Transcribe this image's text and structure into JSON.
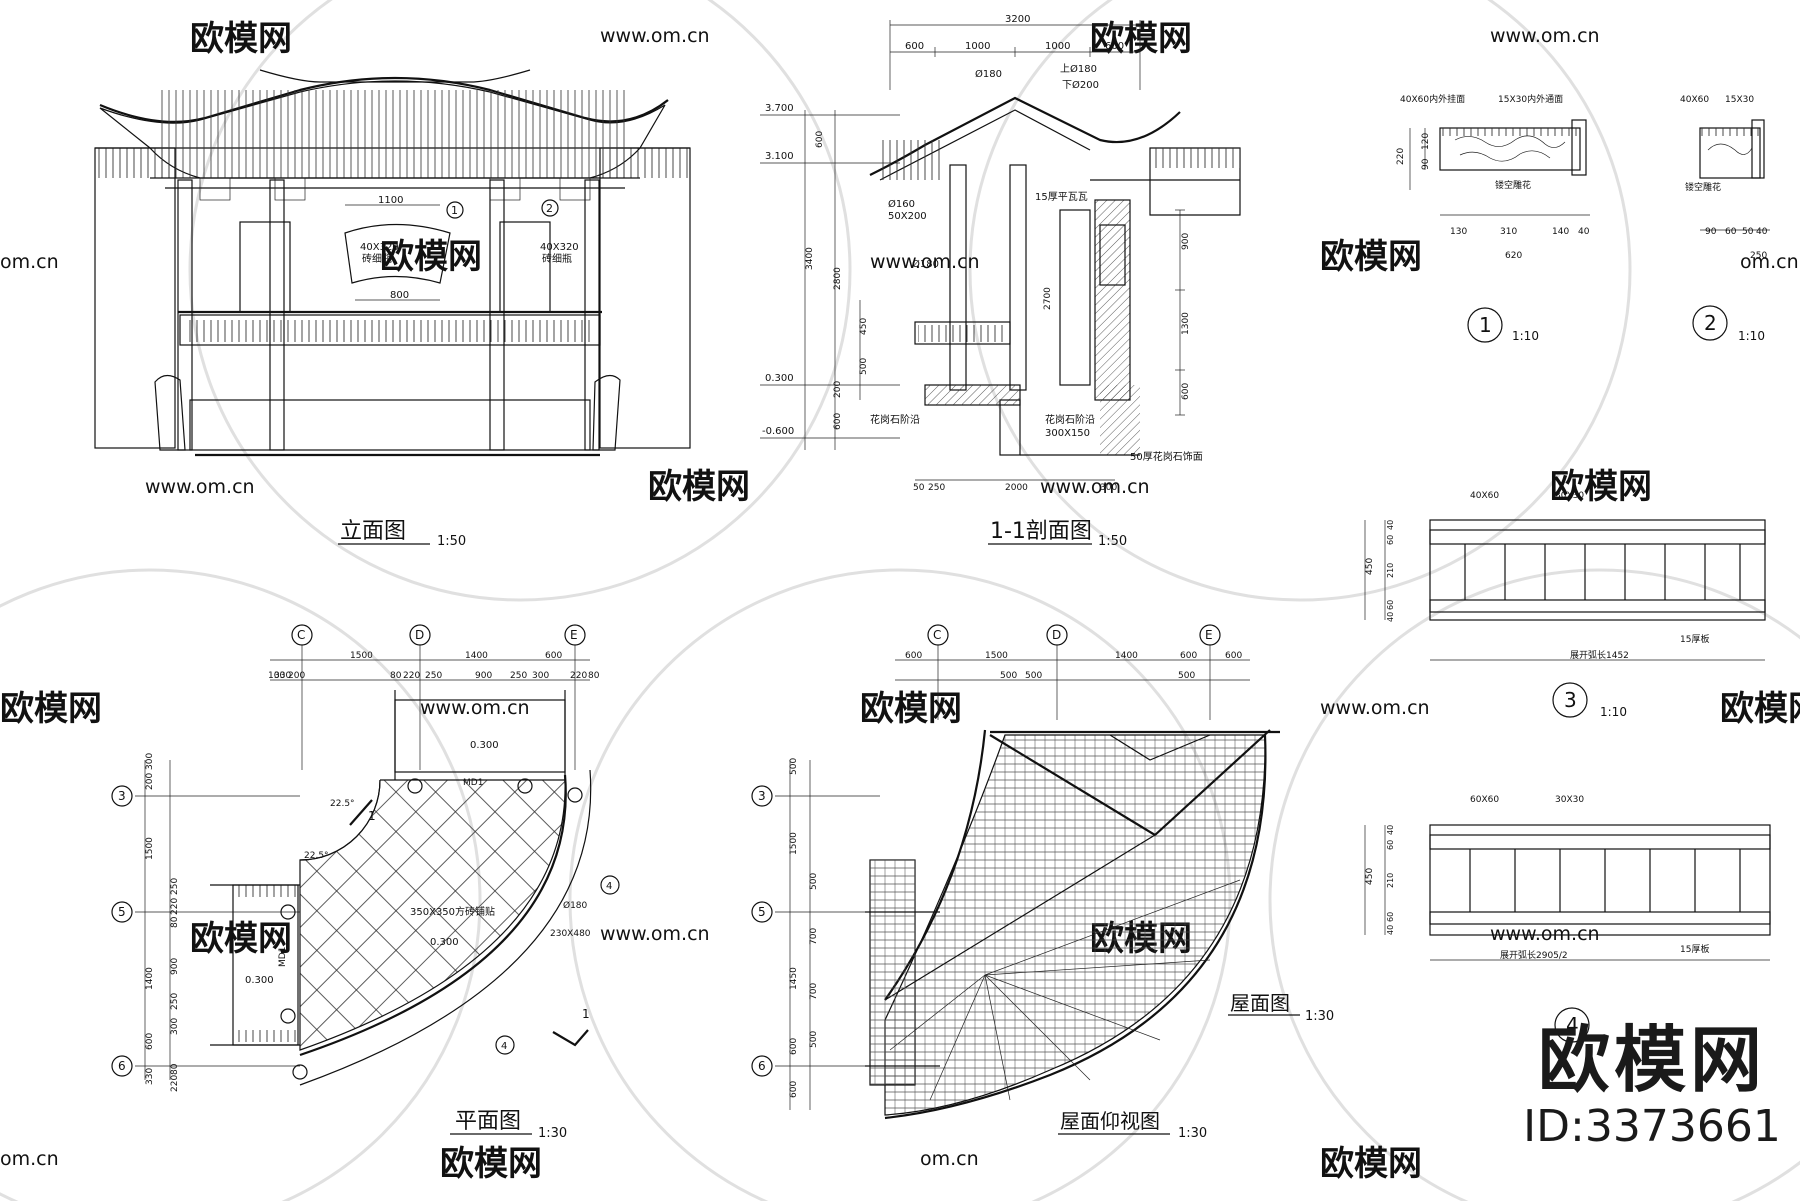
{
  "watermark": {
    "site": "www.om.cn",
    "site_short": "om.cn",
    "brand_cn": "欧模网"
  },
  "brand": {
    "name": "欧模网",
    "id_text": "ID:3373661"
  },
  "views": {
    "elevation": {
      "title": "立面图",
      "scale": "1:50",
      "labels": [
        "1100",
        "800",
        "40X320",
        "砖细瓶",
        "40X320",
        "砖细瓶",
        "1",
        "2"
      ]
    },
    "section": {
      "title": "1-1剖面图",
      "scale": "1:50",
      "top_dims": [
        "3200",
        "600",
        "1000",
        "1000",
        "600"
      ],
      "levels": [
        "3.700",
        "3.100",
        "0.300",
        "-0.600"
      ],
      "vertical_dims": [
        "600",
        "3400",
        "2800",
        "450",
        "500",
        "200",
        "600"
      ],
      "right_dims": [
        "900",
        "2700",
        "1300",
        "600"
      ],
      "bottom_dims": [
        "50",
        "250",
        "2000",
        "300"
      ],
      "notes": [
        "Ø180",
        "上Ø180",
        "下Ø200",
        "15厚平瓦瓦",
        "Ø160",
        "50X200",
        "Ø180",
        "花岗石阶沿",
        "花岗石阶沿",
        "300X150",
        "50厚花岗石饰面"
      ]
    },
    "detail1": {
      "tag": "1",
      "scale": "1:10",
      "labels": [
        "40X60内外挂面",
        "15X30内外通面",
        "镂空雕花",
        "120",
        "90",
        "220",
        "130",
        "310",
        "140",
        "40",
        "620"
      ]
    },
    "detail2": {
      "tag": "2",
      "scale": "1:10",
      "labels": [
        "40X60",
        "15X30",
        "镂空雕花",
        "90",
        "60",
        "50",
        "40",
        "250"
      ]
    },
    "detail3": {
      "tag": "3",
      "scale": "1:10",
      "labels": [
        "40X60",
        "30X30",
        "450",
        "40",
        "60",
        "210",
        "60",
        "40",
        "展开弧长1452",
        "15厚板"
      ]
    },
    "detail4": {
      "tag": "4",
      "labels": [
        "60X60",
        "30X30",
        "450",
        "40",
        "60",
        "210",
        "60",
        "40",
        "展开弧长2905/2",
        "15厚板"
      ]
    },
    "plan": {
      "title": "平面图",
      "scale": "1:30",
      "axes": [
        "C",
        "D",
        "E",
        "3",
        "5",
        "6"
      ],
      "top_dims": [
        "330",
        "1500",
        "1400",
        "600",
        "220",
        "80",
        "100",
        "200",
        "80",
        "220",
        "250",
        "900",
        "250",
        "300"
      ],
      "left_dims": [
        "300",
        "200",
        "1500",
        "250",
        "220",
        "80",
        "900",
        "1400",
        "250",
        "300",
        "600",
        "330",
        "80",
        "220"
      ],
      "notes": [
        "0.300",
        "MD1",
        "22.5°",
        "22.5°",
        "350X350方砖铺贴",
        "0.300",
        "0.300",
        "MD1",
        "Ø180",
        "230X480",
        "1",
        "1",
        "4",
        "4"
      ]
    },
    "roof_plan": {
      "title": "屋面图",
      "scale": "1:30"
    },
    "reflected": {
      "title": "屋面仰视图",
      "scale": "1:30",
      "axes": [
        "C",
        "D",
        "E",
        "3",
        "5",
        "6"
      ],
      "top_dims": [
        "600",
        "1500",
        "1400",
        "600",
        "600",
        "500",
        "500",
        "500"
      ],
      "left_dims": [
        "500",
        "1500",
        "500",
        "700",
        "1450",
        "700",
        "500",
        "600",
        "600"
      ]
    }
  }
}
